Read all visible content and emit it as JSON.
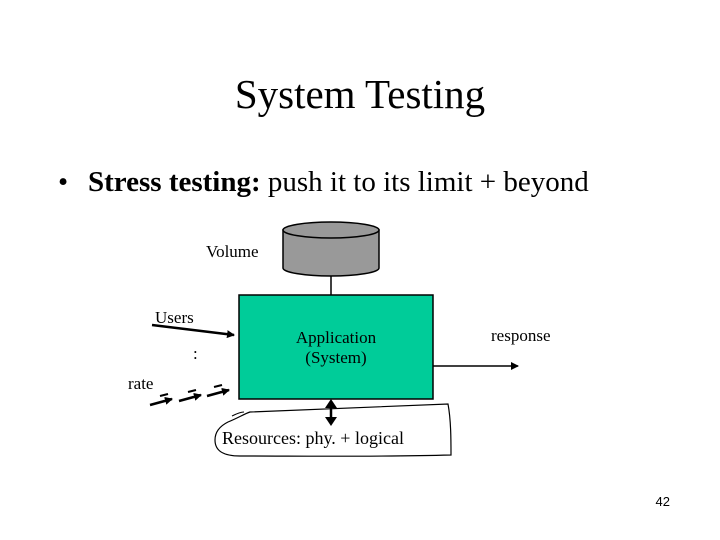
{
  "slide": {
    "title": "System Testing",
    "bullet_bold": "Stress testing:",
    "bullet_rest": " push it to its limit + beyond",
    "page_number": "42"
  },
  "diagram": {
    "volume_label": "Volume",
    "users_label": "Users",
    "colon_label": ":",
    "rate_label": "rate",
    "app_line1": "Application",
    "app_line2": "(System)",
    "response_label": "response",
    "resources_label": "Resources: phy. + logical",
    "colors": {
      "application_fill": "#00cc99",
      "volume_fill": "#999999",
      "resources_fill": "#ffffff",
      "stroke": "#000000"
    }
  }
}
